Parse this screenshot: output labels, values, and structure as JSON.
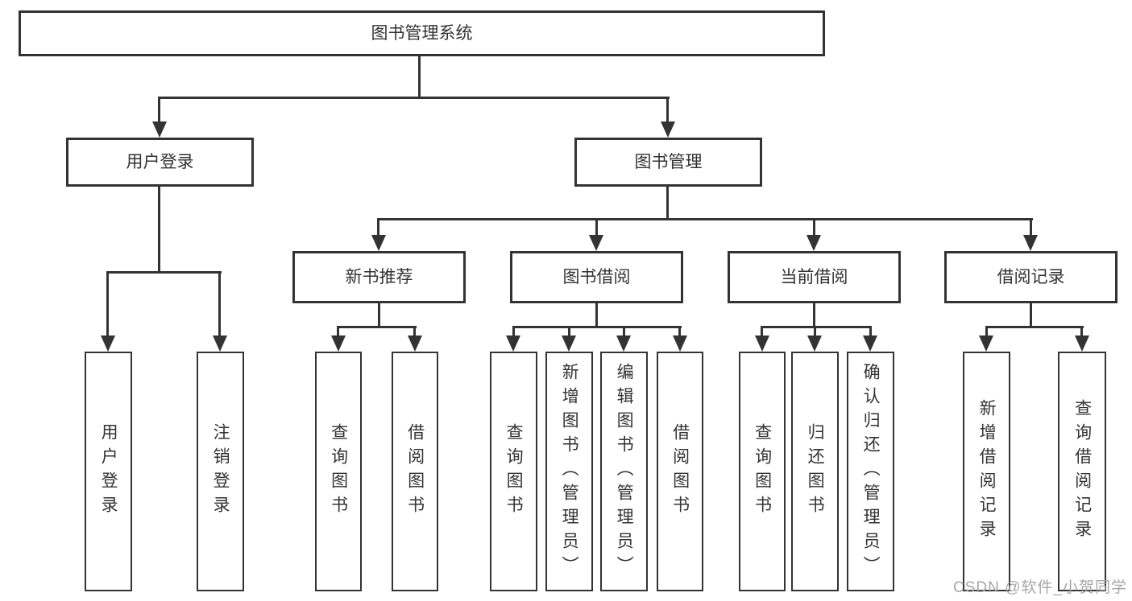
{
  "diagram": {
    "root": "图书管理系统",
    "level2": [
      "用户登录",
      "图书管理"
    ],
    "level3": [
      "新书推荐",
      "图书借阅",
      "当前借阅",
      "借阅记录"
    ],
    "leaves": {
      "login": [
        "用户登录",
        "注销登录"
      ],
      "recommend": [
        "查询图书",
        "借阅图书"
      ],
      "borrow": [
        "查询图书",
        "新增图书（管理员）",
        "编辑图书（管理员）",
        "借阅图书"
      ],
      "current": [
        "查询图书",
        "归还图书",
        "确认归还（管理员）"
      ],
      "records": [
        "新增借阅记录",
        "查询借阅记录"
      ]
    }
  },
  "watermark": "CSDN @软件_小贺同学",
  "colors": {
    "line": "#333333",
    "box_border": "#333333",
    "text": "#333333",
    "background": "#ffffff",
    "watermark": "#a6a6a6"
  }
}
